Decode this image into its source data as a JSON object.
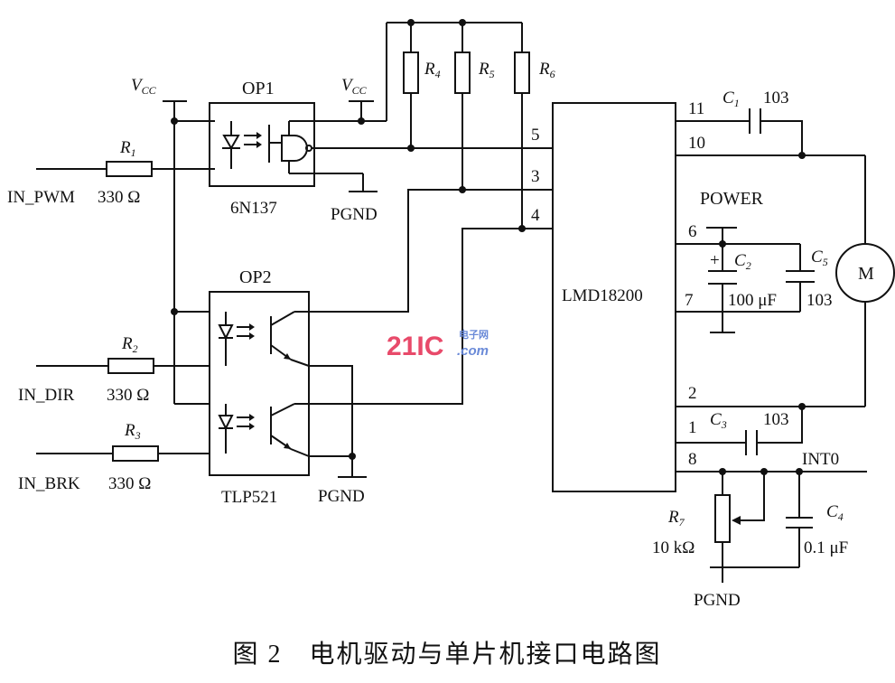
{
  "labels": {
    "vcc_1": "V",
    "vcc_1_sub": "CC",
    "vcc_2": "V",
    "vcc_2_sub": "CC",
    "op1": "OP1",
    "op1_part": "6N137",
    "op2": "OP2",
    "op2_part": "TLP521",
    "chip": "LMD18200",
    "power": "POWER",
    "motor": "M",
    "int0": "INT0",
    "pgnd_op1": "PGND",
    "pgnd_op2": "PGND",
    "pgnd_r7": "PGND"
  },
  "inputs": [
    {
      "name": "IN_PWM",
      "resistor": "R",
      "resistor_sub": "1",
      "value": "330 Ω"
    },
    {
      "name": "IN_DIR",
      "resistor": "R",
      "resistor_sub": "2",
      "value": "330 Ω"
    },
    {
      "name": "IN_BRK",
      "resistor": "R",
      "resistor_sub": "3",
      "value": "330 Ω"
    }
  ],
  "pullups": [
    {
      "name": "R",
      "sub": "4"
    },
    {
      "name": "R",
      "sub": "5"
    },
    {
      "name": "R",
      "sub": "6"
    }
  ],
  "pins": {
    "p5": "5",
    "p3": "3",
    "p4": "4",
    "p11": "11",
    "p10": "10",
    "p6": "6",
    "p7": "7",
    "p2": "2",
    "p1": "1",
    "p8": "8"
  },
  "caps": {
    "c1": "C",
    "c1_sub": "1",
    "c1_val": "103",
    "c2": "C",
    "c2_sub": "2",
    "c2_plus": "+",
    "c5": "C",
    "c5_sub": "5",
    "c25_val": "100 μF",
    "c5_val": "103",
    "c3": "C",
    "c3_sub": "3",
    "c3_val": "103",
    "c4": "C",
    "c4_sub": "4",
    "c4_val": "0.1 μF"
  },
  "r7": {
    "name": "R",
    "sub": "7",
    "value": "10 kΩ"
  },
  "watermark": {
    "main": "21IC",
    "cn": "电子网",
    "dom": ".com"
  },
  "caption": "图 2　电机驱动与单片机接口电路图"
}
